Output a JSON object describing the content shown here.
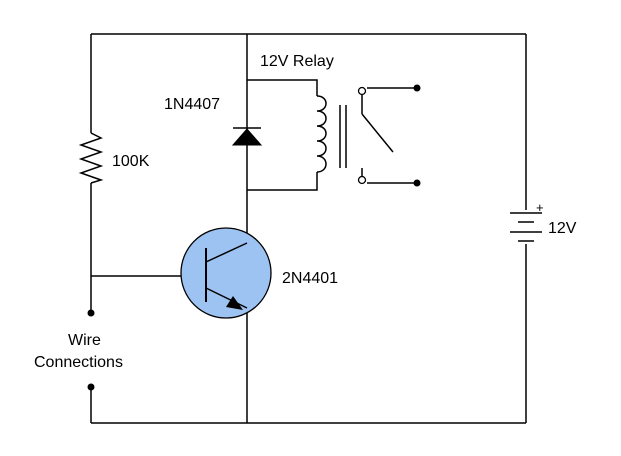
{
  "labels": {
    "relay": "12V Relay",
    "diode": "1N4407",
    "resistor": "100K",
    "transistor": "2N4401",
    "battery_plus": "+",
    "battery": "12V",
    "wire_line1": "Wire",
    "wire_line2": "Connections"
  },
  "colors": {
    "transistor_fill": "#9cc3f1",
    "line": "#000000",
    "background": "#ffffff"
  }
}
